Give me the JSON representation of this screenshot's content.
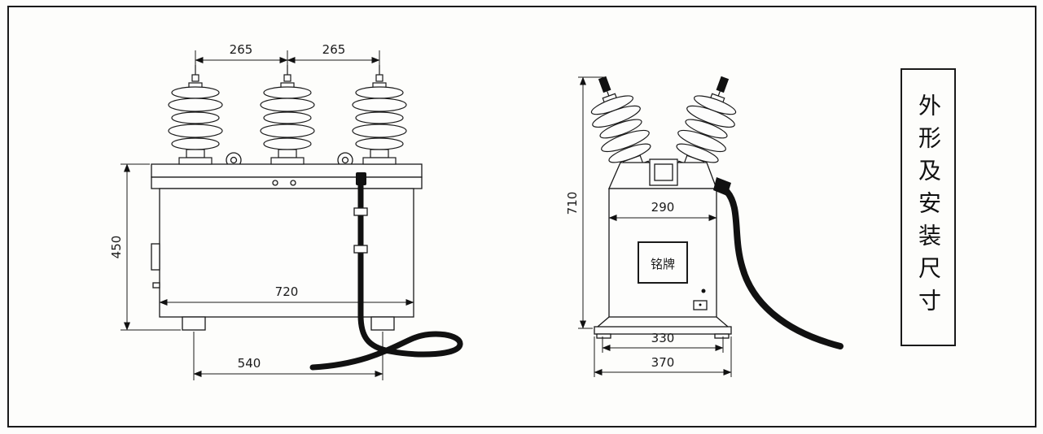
{
  "title": {
    "vertical_label": "外形及安装尺寸"
  },
  "front_view": {
    "dims": {
      "bushing_spacing_left": "265",
      "bushing_spacing_right": "265",
      "height": "450",
      "body_width": "720",
      "foot_span": "540"
    }
  },
  "side_view": {
    "nameplate_label": "铭牌",
    "dims": {
      "overall_height": "710",
      "body_depth": "290",
      "base_inner_span": "330",
      "base_outer_span": "370"
    }
  }
}
